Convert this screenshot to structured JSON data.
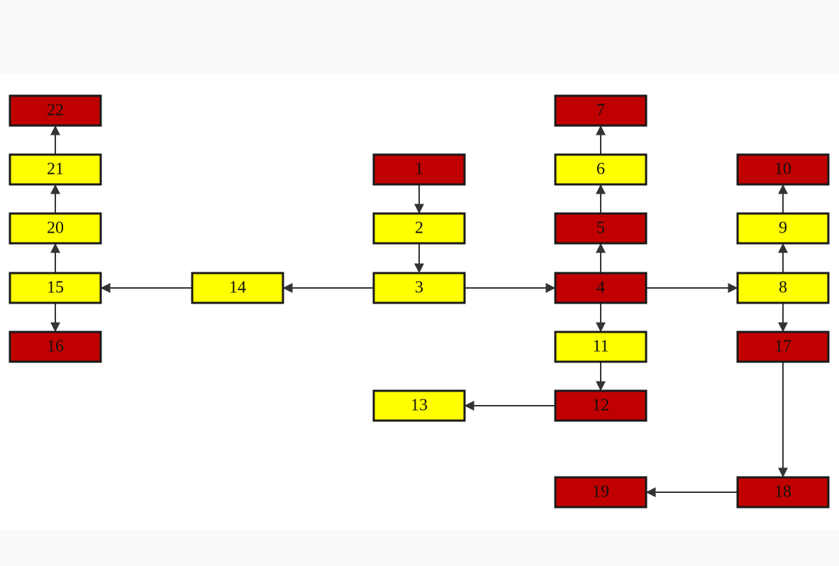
{
  "colors": {
    "red": "#c00000",
    "yellow": "#ffff00",
    "border": "#1a1a1a",
    "edge": "#333333"
  },
  "nodes": [
    {
      "id": "1",
      "label": "1",
      "color": "red"
    },
    {
      "id": "2",
      "label": "2",
      "color": "yellow"
    },
    {
      "id": "3",
      "label": "3",
      "color": "yellow"
    },
    {
      "id": "4",
      "label": "4",
      "color": "red"
    },
    {
      "id": "5",
      "label": "5",
      "color": "red"
    },
    {
      "id": "6",
      "label": "6",
      "color": "yellow"
    },
    {
      "id": "7",
      "label": "7",
      "color": "red"
    },
    {
      "id": "8",
      "label": "8",
      "color": "yellow"
    },
    {
      "id": "9",
      "label": "9",
      "color": "yellow"
    },
    {
      "id": "10",
      "label": "10",
      "color": "red"
    },
    {
      "id": "11",
      "label": "11",
      "color": "yellow"
    },
    {
      "id": "12",
      "label": "12",
      "color": "red"
    },
    {
      "id": "13",
      "label": "13",
      "color": "yellow"
    },
    {
      "id": "14",
      "label": "14",
      "color": "yellow"
    },
    {
      "id": "15",
      "label": "15",
      "color": "yellow"
    },
    {
      "id": "16",
      "label": "16",
      "color": "red"
    },
    {
      "id": "17",
      "label": "17",
      "color": "red"
    },
    {
      "id": "18",
      "label": "18",
      "color": "red"
    },
    {
      "id": "19",
      "label": "19",
      "color": "red"
    },
    {
      "id": "20",
      "label": "20",
      "color": "yellow"
    },
    {
      "id": "21",
      "label": "21",
      "color": "yellow"
    },
    {
      "id": "22",
      "label": "22",
      "color": "red"
    }
  ],
  "edges": [
    {
      "from": "1",
      "to": "2"
    },
    {
      "from": "2",
      "to": "3"
    },
    {
      "from": "3",
      "to": "4"
    },
    {
      "from": "3",
      "to": "14"
    },
    {
      "from": "14",
      "to": "15"
    },
    {
      "from": "15",
      "to": "20"
    },
    {
      "from": "20",
      "to": "21"
    },
    {
      "from": "21",
      "to": "22"
    },
    {
      "from": "15",
      "to": "16"
    },
    {
      "from": "4",
      "to": "5"
    },
    {
      "from": "5",
      "to": "6"
    },
    {
      "from": "6",
      "to": "7"
    },
    {
      "from": "4",
      "to": "8"
    },
    {
      "from": "8",
      "to": "9"
    },
    {
      "from": "9",
      "to": "10"
    },
    {
      "from": "4",
      "to": "11"
    },
    {
      "from": "11",
      "to": "12"
    },
    {
      "from": "12",
      "to": "13"
    },
    {
      "from": "8",
      "to": "17"
    },
    {
      "from": "17",
      "to": "18"
    },
    {
      "from": "18",
      "to": "19"
    }
  ]
}
